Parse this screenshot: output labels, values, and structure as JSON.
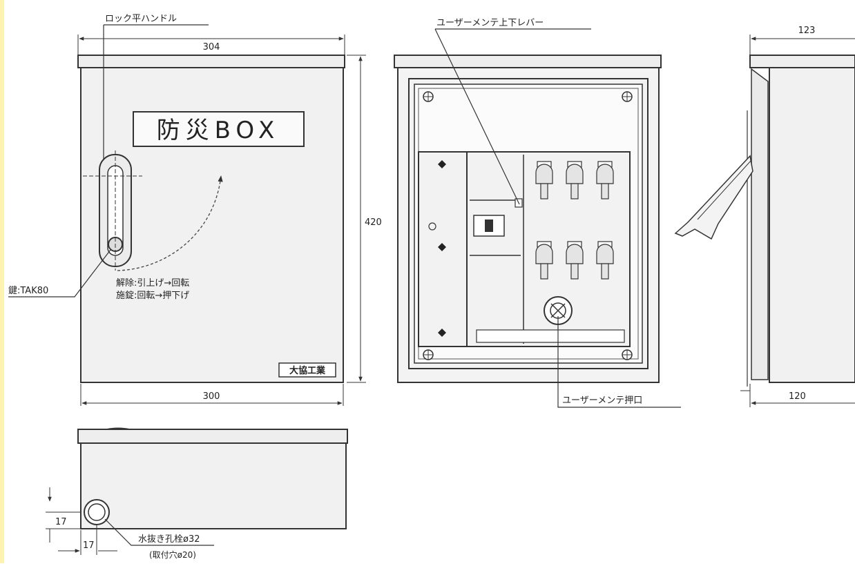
{
  "labels": {
    "lock_handle": "ロック平ハンドル",
    "panel_title": "防災BOX",
    "key": "鍵:TAK80",
    "release": "解除:引上げ→回転",
    "lock": "施錠:回転→押下げ",
    "maker": "大協工業",
    "lever": "ユーザーメンテ上下レバー",
    "push": "ユーザーメンテ押口",
    "drain": "水抜き孔栓ø32",
    "mount": "(取付穴ø20)"
  },
  "dimensions": {
    "width_top": "304",
    "width_bottom": "300",
    "height": "420",
    "depth_top": "123",
    "depth_bottom": "120",
    "drain_v": "17",
    "drain_h": "17"
  },
  "colors": {
    "line": "#333333",
    "fill": "#f0f0f0",
    "edge": "#fff3b0"
  }
}
